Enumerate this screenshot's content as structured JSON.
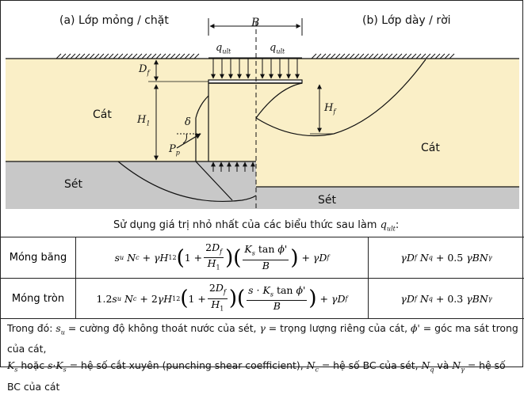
{
  "panel_left_title": "(a) Lớp mỏng / chặt",
  "panel_right_title": "(b) Lớp dày / rời",
  "labels": {
    "B": "B",
    "q_ult": "q",
    "q_ult_sub": "ult",
    "Df": "D",
    "Df_sub": "f",
    "H1": "H",
    "H1_sub": "1",
    "Hf": "H",
    "Hf_sub": "f",
    "delta": "δ",
    "Pp": "P",
    "Pp_sub": "p",
    "sand_left": "Cát",
    "sand_right": "Cát",
    "clay_left": "Sét",
    "clay_right": "Sét"
  },
  "instruction": "Sử dụng giá trị nhỏ nhất của các biểu thức sau làm",
  "instruction_var": "q",
  "instruction_sub": "ult",
  "instruction_end": ":",
  "rows": [
    {
      "name": "Móng băng",
      "coef_a": "",
      "coef_b": "",
      "K": "K",
      "second": "0.5"
    },
    {
      "name": "Móng tròn",
      "coef_a": "1.2",
      "coef_b": "2",
      "K": "s · K",
      "second": "0.3"
    }
  ],
  "footnote": {
    "line1": "Trong đó: s_u = cường độ không thoát nước của sét, γ = trọng lượng riêng của cát, ϕ' = góc ma sát trong của cát,",
    "line2": "K_s hoặc s·K_s = hệ số cắt xuyên (punching shear coefficient), N_c = hệ số BC của sét, N_q và N_γ = hệ số BC của cát",
    "p1": "Trong đó: ",
    "p2": " = cường độ không thoát nước của sét, ",
    "p3": " = trọng lượng riêng của cát, ",
    "p4": " = góc ma sát trong của cát,",
    "p5": " hoặc ",
    "p6": " = hệ số cắt xuyên (punching shear coefficient), ",
    "p7": " = hệ số BC của sét, ",
    "p8": " và ",
    "p9": " = hệ số BC của cát"
  },
  "colors": {
    "sand": "#faefc7",
    "clay": "#c8c8c8",
    "line": "#111111"
  }
}
